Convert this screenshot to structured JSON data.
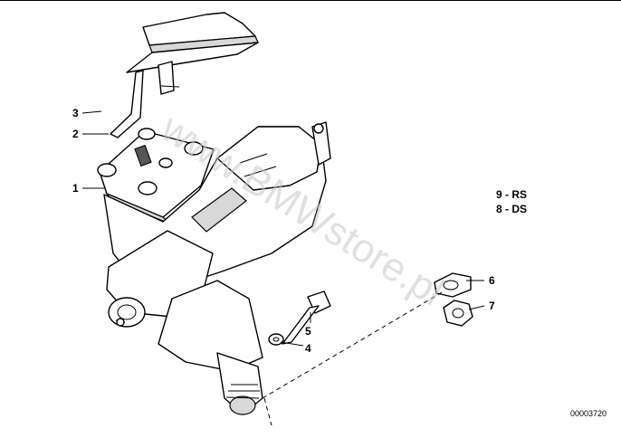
{
  "callouts": [
    {
      "id": "1",
      "label": "1"
    },
    {
      "id": "2",
      "label": "2"
    },
    {
      "id": "3",
      "label": "3"
    },
    {
      "id": "4",
      "label": "4"
    },
    {
      "id": "5",
      "label": "5"
    },
    {
      "id": "6",
      "label": "6"
    },
    {
      "id": "7",
      "label": "7"
    }
  ],
  "legend": [
    {
      "text": "9 - RS"
    },
    {
      "text": "8 - DS"
    }
  ],
  "watermark": "www.BMWstore.pl",
  "doc_number": "00003720"
}
